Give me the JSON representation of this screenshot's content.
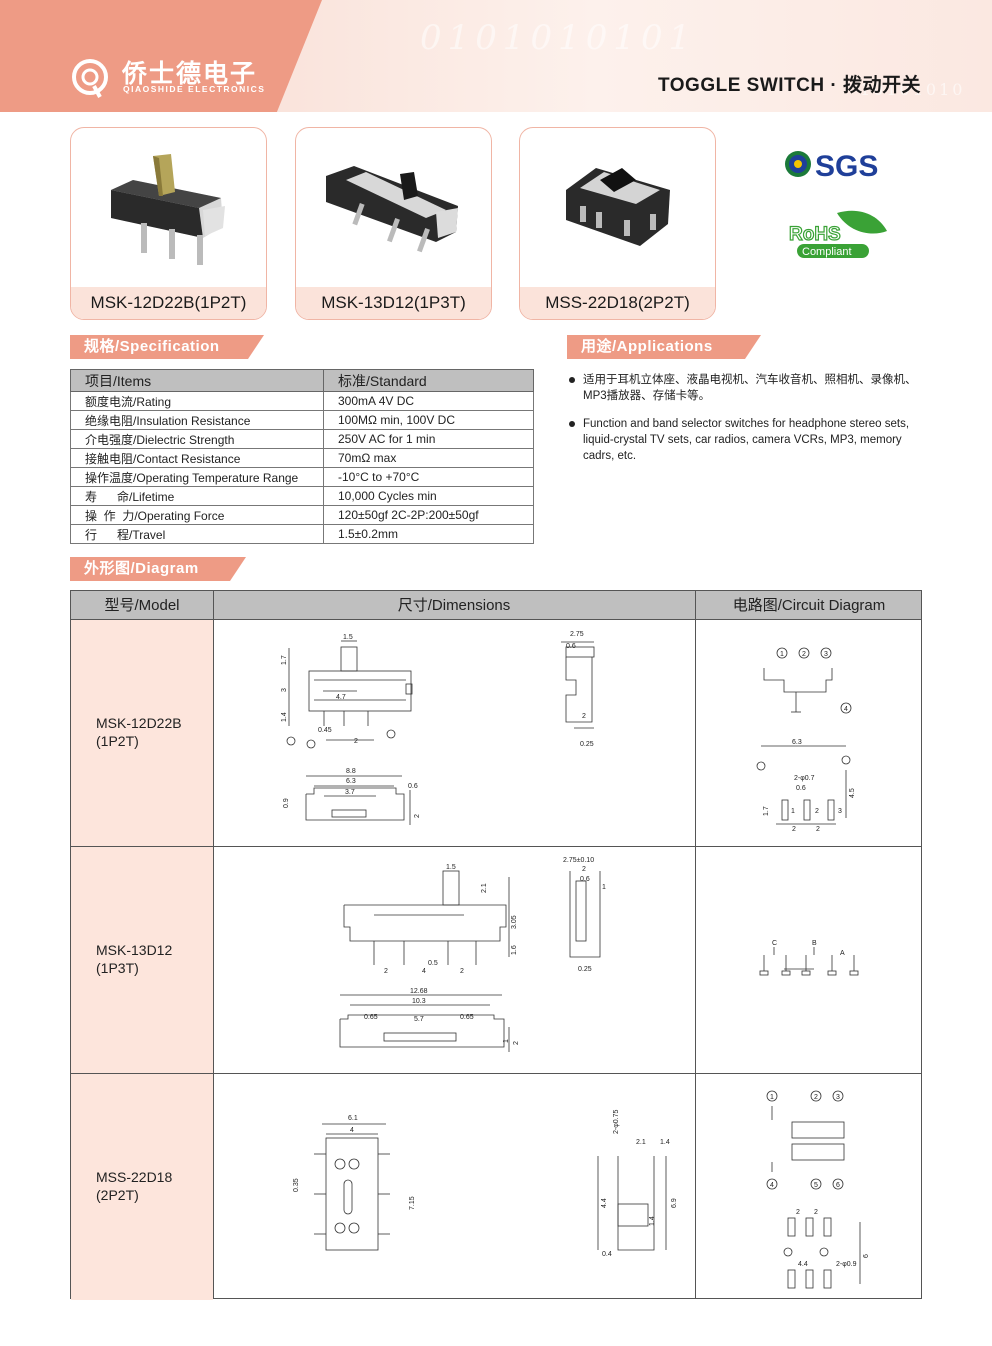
{
  "brand": {
    "name_cn": "侨士德电子",
    "name_en": "QIAOSHIDE ELECTRONICS",
    "bits_top": "0101010101",
    "bits_side": "10101010",
    "accent": "#ee9b85",
    "accent_light": "#fde5dc"
  },
  "header": {
    "title": "TOGGLE SWITCH · 拨动开关"
  },
  "products": [
    {
      "label": "MSK-12D22B(1P2T)"
    },
    {
      "label": "MSK-13D12(1P3T)"
    },
    {
      "label": "MSS-22D18(2P2T)"
    }
  ],
  "certs": {
    "sgs": "SGS",
    "rohs": "RoHS",
    "compliant": "Compliant"
  },
  "spec": {
    "banner": "规格/Specification",
    "headers": [
      "项目/Items",
      "标准/Standard"
    ],
    "rows": [
      {
        "item": "额度电流/Rating",
        "value": "300mA  4V DC"
      },
      {
        "item": "绝缘电阻/Insulation Resistance",
        "value": "100MΩ min, 100V DC"
      },
      {
        "item": "介电强度/Dielectric Strength",
        "value": "250V AC for 1 min"
      },
      {
        "item": "接触电阻/Contact Resistance",
        "value": "70mΩ max"
      },
      {
        "item": "操作温度/Operating Temperature Range",
        "value": "-10°C to +70°C"
      },
      {
        "item": "寿      命/Lifetime",
        "value": "10,000 Cycles min"
      },
      {
        "item": "操  作  力/Operating Force",
        "value": "120±50gf   2C-2P:200±50gf"
      },
      {
        "item": "行      程/Travel",
        "value": "1.5±0.2mm"
      }
    ]
  },
  "applications": {
    "banner": "用途/Applications",
    "items": [
      "适用于耳机立体座、液晶电视机、汽车收音机、照相机、录像机、MP3播放器、存储卡等。",
      "Function and band selector switches for headphone stereo sets, liquid-crystal TV sets, car radios, camera VCRs, MP3, memory cadrs, etc."
    ]
  },
  "diagram": {
    "banner": "外形图/Diagram",
    "headers": [
      "型号/Model",
      "尺寸/Dimensions",
      "电路图/Circuit Diagram"
    ],
    "rows": [
      {
        "model_line1": "MSK-12D22B",
        "model_line2": "(1P2T)",
        "dims": [
          "1.5",
          "1.7",
          "3",
          "4.7",
          "1.4",
          "0.45",
          "2",
          "2.75",
          "0.6",
          "2",
          "0.25",
          "8.8",
          "6.3",
          "3.7",
          "0.6",
          "0.9",
          "2"
        ],
        "circuit": [
          "1",
          "2",
          "3",
          "4",
          "6.3",
          "2-φ0.7",
          "0.6",
          "4.5",
          "1.7",
          "1",
          "2",
          "3",
          "2",
          "2"
        ]
      },
      {
        "model_line1": "MSK-13D12",
        "model_line2": "(1P3T)",
        "dims": [
          "1.5",
          "2.1",
          "3.05",
          "1.6",
          "2",
          "4",
          "0.5",
          "2",
          "2.75±0.10",
          "2",
          "0.6",
          "1",
          "0.25",
          "12.68",
          "10.3",
          "0.65",
          "5.7",
          "0.65",
          "1",
          "2"
        ],
        "circuit": [
          "C",
          "B",
          "A"
        ]
      },
      {
        "model_line1": "MSS-22D18",
        "model_line2": "(2P2T)",
        "dims": [
          "6.1",
          "4",
          "0.35",
          "7.15",
          "2-φ0.75",
          "2.1",
          "1.4",
          "4.4",
          "1.4",
          "6.9",
          "0.4"
        ],
        "circuit": [
          "1",
          "2",
          "3",
          "4",
          "5",
          "6",
          "2",
          "2",
          "4.4",
          "2-φ0.9",
          "6"
        ]
      }
    ]
  }
}
